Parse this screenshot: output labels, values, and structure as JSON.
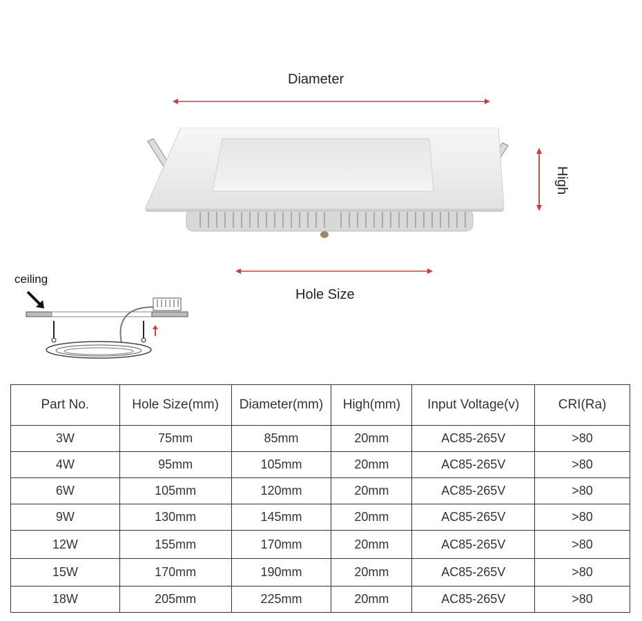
{
  "diagram": {
    "labels": {
      "diameter": "Diameter",
      "high": "High",
      "hole_size": "Hole Size",
      "ceiling": "ceiling"
    },
    "colors": {
      "dimension_arrow": "#d84545",
      "panel": "#f2f2f2",
      "table_border": "#333333"
    }
  },
  "table": {
    "headers": [
      "Part No.",
      "Hole Size(mm)",
      "Diameter(mm)",
      "High(mm)",
      "Input Voltage(v)",
      "CRI(Ra)"
    ],
    "rows": [
      [
        "3W",
        "75mm",
        "85mm",
        "20mm",
        "AC85-265V",
        ">80"
      ],
      [
        "4W",
        "95mm",
        "105mm",
        "20mm",
        "AC85-265V",
        ">80"
      ],
      [
        "6W",
        "105mm",
        "120mm",
        "20mm",
        "AC85-265V",
        ">80"
      ],
      [
        "9W",
        "130mm",
        "145mm",
        "20mm",
        "AC85-265V",
        ">80"
      ],
      [
        "12W",
        "155mm",
        "170mm",
        "20mm",
        "AC85-265V",
        ">80"
      ],
      [
        "15W",
        "170mm",
        "190mm",
        "20mm",
        "AC85-265V",
        ">80"
      ],
      [
        "18W",
        "205mm",
        "225mm",
        "20mm",
        "AC85-265V",
        ">80"
      ]
    ]
  }
}
